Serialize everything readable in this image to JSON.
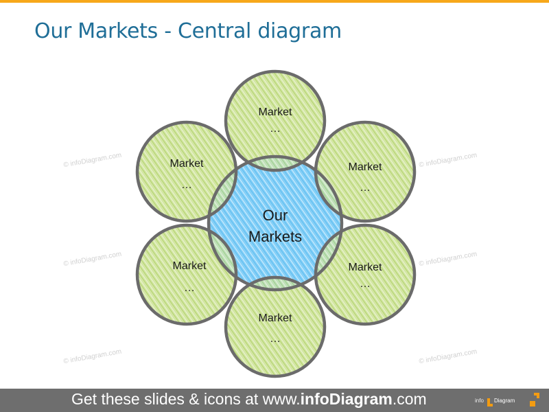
{
  "title": "Our Markets - Central diagram",
  "center": {
    "line1": "Our",
    "line2": "Markets"
  },
  "markets": [
    {
      "line1": "Market",
      "line2": "…"
    },
    {
      "line1": "Market",
      "line2": "…"
    },
    {
      "line1": "Market",
      "line2": "…"
    },
    {
      "line1": "Market",
      "line2": "…"
    },
    {
      "line1": "Market",
      "line2": "…"
    },
    {
      "line1": "Market",
      "line2": "…"
    }
  ],
  "watermark": "© infoDiagram.com",
  "footer": {
    "prefix": "Get these slides & icons at www.",
    "brand": "infoDiagram",
    "suffix": ".com"
  },
  "logo": {
    "mini": "info",
    "word": "Diagram"
  },
  "colors": {
    "accent_bar": "#f7a81b",
    "title": "#1f6e97",
    "market_fill": "#d3e6a4",
    "center_fill": "#82cdf5",
    "outline": "#6b6b6b",
    "footer_bg": "#6e6e6e",
    "logo_orange": "#f39c12"
  }
}
